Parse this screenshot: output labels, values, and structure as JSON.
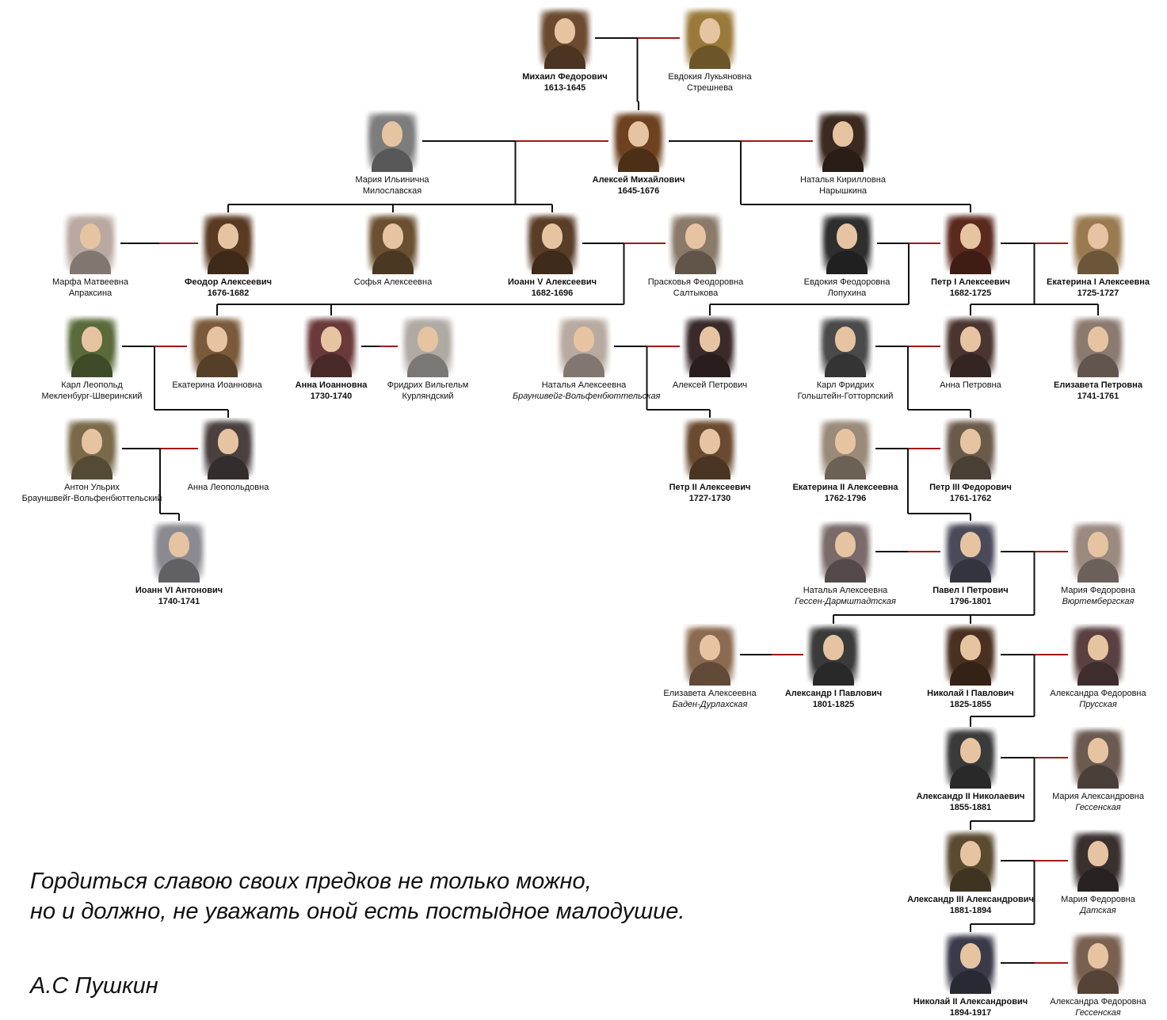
{
  "colors": {
    "parent_link": "#111111",
    "spouse_link": "#a01818"
  },
  "people": [
    {
      "id": "mikhail",
      "name": "Михаил Федорович",
      "detail": "1613-1645",
      "bold": true,
      "italic": false,
      "tone": "#6b4a2f"
    },
    {
      "id": "evdokia_l",
      "name": "Евдокия Лукьяновна",
      "detail": "Стрешнева",
      "bold": false,
      "italic": false,
      "tone": "#9a7a3a"
    },
    {
      "id": "maria_m",
      "name": "Мария Ильинична",
      "detail": "Милославская",
      "bold": false,
      "italic": false,
      "tone": "#7d7d7d"
    },
    {
      "id": "alexei_m",
      "name": "Алексей Михайлович",
      "detail": "1645-1676",
      "bold": true,
      "italic": false,
      "tone": "#6e4220"
    },
    {
      "id": "natalia_n",
      "name": "Наталья Кирилловна",
      "detail": "Нарышкина",
      "bold": false,
      "italic": false,
      "tone": "#3a2a20"
    },
    {
      "id": "marfa",
      "name": "Марфа Матвеевна",
      "detail": "Апраксина",
      "bold": false,
      "italic": false,
      "tone": "#b9a9a0"
    },
    {
      "id": "feodor",
      "name": "Феодор Алексеевич",
      "detail": "1676-1682",
      "bold": true,
      "italic": false,
      "tone": "#5a3a22"
    },
    {
      "id": "sofia",
      "name": "Софья Алексеевна",
      "detail": "",
      "bold": false,
      "italic": false,
      "tone": "#6a5030"
    },
    {
      "id": "ivan5",
      "name": "Иоанн V Алексеевич",
      "detail": "1682-1696",
      "bold": true,
      "italic": false,
      "tone": "#5a3d28"
    },
    {
      "id": "praskovia",
      "name": "Прасковья Феодоровна",
      "detail": "Салтыкова",
      "bold": false,
      "italic": false,
      "tone": "#8a7a6a"
    },
    {
      "id": "evdokia_f",
      "name": "Евдокия Феодоровна",
      "detail": "Лопухина",
      "bold": false,
      "italic": false,
      "tone": "#2e2e2e"
    },
    {
      "id": "peter1",
      "name": "Петр I Алексеевич",
      "detail": "1682-1725",
      "bold": true,
      "italic": false,
      "tone": "#5a2a1e"
    },
    {
      "id": "ekaterina1",
      "name": "Екатерина I Алексеевна",
      "detail": "1725-1727",
      "bold": true,
      "italic": false,
      "tone": "#9a7a50"
    },
    {
      "id": "karl_leopold",
      "name": "Карл Леопольд",
      "detail": "Мекленбург-Шверинский",
      "bold": false,
      "italic": false,
      "tone": "#5a6a3a"
    },
    {
      "id": "ekaterina_i",
      "name": "Екатерина Иоанновна",
      "detail": "",
      "bold": false,
      "italic": false,
      "tone": "#7a5a3a"
    },
    {
      "id": "anna_i",
      "name": "Анна Иоанновна",
      "detail": "1730-1740",
      "bold": true,
      "italic": false,
      "tone": "#6a3a3a"
    },
    {
      "id": "friedrich",
      "name": "Фридрих Вильгельм",
      "detail": "Курляндский",
      "bold": false,
      "italic": false,
      "tone": "#b0aaa5"
    },
    {
      "id": "natalia_a1",
      "name": "Наталья Алексеевна",
      "detail": "Брауншвейг-Вольфенбюттельская",
      "bold": false,
      "italic": true,
      "tone": "#b8aaa0"
    },
    {
      "id": "alexei_p",
      "name": "Алексей Петрович",
      "detail": "",
      "bold": false,
      "italic": false,
      "tone": "#3a2a2a"
    },
    {
      "id": "karl_friedrich",
      "name": "Карл Фридрих",
      "detail": "Гольштейн-Готторпский",
      "bold": false,
      "italic": false,
      "tone": "#4a4a4a"
    },
    {
      "id": "anna_p",
      "name": "Анна Петровна",
      "detail": "",
      "bold": false,
      "italic": false,
      "tone": "#4a3530"
    },
    {
      "id": "elizaveta_p",
      "name": "Елизавета Петровна",
      "detail": "1741-1761",
      "bold": true,
      "italic": false,
      "tone": "#8a7a70"
    },
    {
      "id": "anton",
      "name": "Антон Ульрих",
      "detail": "Брауншвейг-Вольфенбюттельский",
      "bold": false,
      "italic": false,
      "tone": "#7a6a4a"
    },
    {
      "id": "anna_l",
      "name": "Анна Леопольдовна",
      "detail": "",
      "bold": false,
      "italic": false,
      "tone": "#4a4040"
    },
    {
      "id": "peter2",
      "name": "Петр II Алексеевич",
      "detail": "1727-1730",
      "bold": true,
      "italic": false,
      "tone": "#6a4a30"
    },
    {
      "id": "ekaterina2",
      "name": "Екатерина II Алексеевна",
      "detail": "1762-1796",
      "bold": true,
      "italic": false,
      "tone": "#9a8a7a"
    },
    {
      "id": "peter3",
      "name": "Петр III Федорович",
      "detail": "1761-1762",
      "bold": true,
      "italic": false,
      "tone": "#6a5a4a"
    },
    {
      "id": "ivan6",
      "name": "Иоанн VI Антонович",
      "detail": "1740-1741",
      "bold": true,
      "italic": false,
      "tone": "#8a8a90"
    },
    {
      "id": "natalia_a2",
      "name": "Наталья Алексеевна",
      "detail": "Гессен-Дармштадтская",
      "bold": false,
      "italic": true,
      "tone": "#7a6a6a"
    },
    {
      "id": "pavel1",
      "name": "Павел I Петрович",
      "detail": "1796-1801",
      "bold": true,
      "italic": false,
      "tone": "#4a4a5a"
    },
    {
      "id": "maria_f1",
      "name": "Мария Федоровна",
      "detail": "Вюртембергская",
      "bold": false,
      "italic": true,
      "tone": "#9a8a80"
    },
    {
      "id": "elizaveta_a",
      "name": "Елизавета Алексеевна",
      "detail": "Баден-Дурлахская",
      "bold": false,
      "italic": true,
      "tone": "#8a6a50"
    },
    {
      "id": "alexander1",
      "name": "Александр I Павлович",
      "detail": "1801-1825",
      "bold": true,
      "italic": false,
      "tone": "#3a3a3a"
    },
    {
      "id": "nikolai1",
      "name": "Николай I Павлович",
      "detail": "1825-1855",
      "bold": true,
      "italic": false,
      "tone": "#4a3020"
    },
    {
      "id": "alexandra_f1",
      "name": "Александра Федоровна",
      "detail": "Прусская",
      "bold": false,
      "italic": true,
      "tone": "#5a4040"
    },
    {
      "id": "alexander2",
      "name": "Александр II Николаевич",
      "detail": "1855-1881",
      "bold": true,
      "italic": false,
      "tone": "#3a3a3a"
    },
    {
      "id": "maria_a",
      "name": "Мария Александровна",
      "detail": "Гессенская",
      "bold": false,
      "italic": true,
      "tone": "#6a5a50"
    },
    {
      "id": "alexander3",
      "name": "Александр III Александрович",
      "detail": "1881-1894",
      "bold": true,
      "italic": false,
      "tone": "#5a4a30"
    },
    {
      "id": "maria_f2",
      "name": "Мария Федоровна",
      "detail": "Датская",
      "bold": false,
      "italic": true,
      "tone": "#3a3030"
    },
    {
      "id": "nikolai2",
      "name": "Николай II Александрович",
      "detail": "1894-1917",
      "bold": true,
      "italic": false,
      "tone": "#3a3a4a"
    },
    {
      "id": "alexandra_f2",
      "name": "Александра Федоровна",
      "detail": "Гессенская",
      "bold": false,
      "italic": true,
      "tone": "#7a6050"
    }
  ],
  "unions": [
    {
      "a": "mikhail",
      "b": "evdokia_l",
      "children": [
        "alexei_m"
      ]
    },
    {
      "a": "maria_m",
      "b": "alexei_m",
      "children": [
        "feodor",
        "sofia",
        "ivan5"
      ]
    },
    {
      "a": "alexei_m",
      "b": "natalia_n",
      "children": [
        "peter1"
      ]
    },
    {
      "a": "marfa",
      "b": "feodor",
      "children": []
    },
    {
      "a": "ivan5",
      "b": "praskovia",
      "children": [
        "ekaterina_i",
        "anna_i"
      ]
    },
    {
      "a": "evdokia_f",
      "b": "peter1",
      "children": [
        "alexei_p"
      ]
    },
    {
      "a": "peter1",
      "b": "ekaterina1",
      "children": [
        "anna_p",
        "elizaveta_p"
      ]
    },
    {
      "a": "karl_leopold",
      "b": "ekaterina_i",
      "children": [
        "anna_l"
      ]
    },
    {
      "a": "anna_i",
      "b": "friedrich",
      "children": []
    },
    {
      "a": "natalia_a1",
      "b": "alexei_p",
      "children": [
        "peter2"
      ]
    },
    {
      "a": "karl_friedrich",
      "b": "anna_p",
      "children": [
        "peter3"
      ]
    },
    {
      "a": "anton",
      "b": "anna_l",
      "children": [
        "ivan6"
      ]
    },
    {
      "a": "ekaterina2",
      "b": "peter3",
      "children": [
        "pavel1"
      ]
    },
    {
      "a": "natalia_a2",
      "b": "pavel1",
      "children": []
    },
    {
      "a": "pavel1",
      "b": "maria_f1",
      "children": [
        "alexander1",
        "nikolai1"
      ]
    },
    {
      "a": "elizaveta_a",
      "b": "alexander1",
      "children": []
    },
    {
      "a": "nikolai1",
      "b": "alexandra_f1",
      "children": [
        "alexander2"
      ]
    },
    {
      "a": "alexander2",
      "b": "maria_a",
      "children": [
        "alexander3"
      ]
    },
    {
      "a": "alexander3",
      "b": "maria_f2",
      "children": [
        "nikolai2"
      ]
    },
    {
      "a": "nikolai2",
      "b": "alexandra_f2",
      "children": []
    }
  ],
  "quote": {
    "line1": "Гордиться славою своих предков не только можно,",
    "line2": "но и должно, не уважать оной есть постыдное малодушие.",
    "author": "А.С Пушкин"
  }
}
